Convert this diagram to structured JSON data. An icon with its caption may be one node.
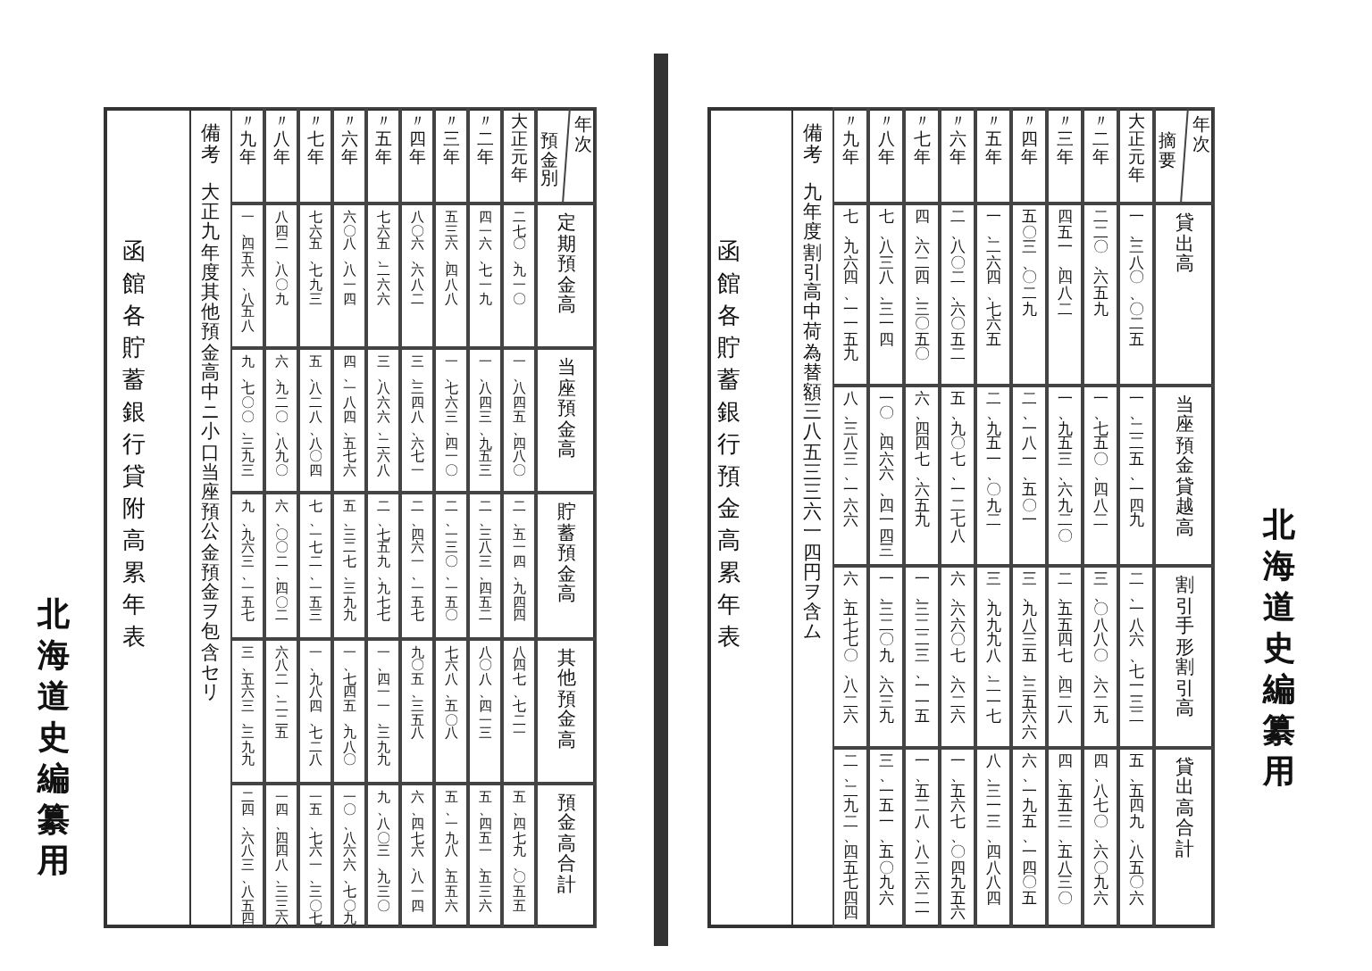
{
  "diagram": {
    "labels": [
      "年次",
      "摘要",
      "貸出高",
      "当座預金貸越高",
      "割引手形割引高",
      "貸出高合計",
      "大正元年",
      "一、三八〇、〇二五",
      "一、二二五、一四九",
      "二、一八六、七一三二",
      "五、五四九、八五〇六",
      "〃二年",
      "二二〇、六五九",
      "一、七五〇、四八二",
      "三、〇八八〇、六二九",
      "四、八七〇、六〇九六",
      "〃三年",
      "四五一、四八二",
      "一、九五三、六九二〇",
      "二、五五四七、四二八",
      "四、五五三、五八三〇",
      "〃四年",
      "五〇三、〇二九",
      "二、一八一、五〇一",
      "三、九八三五、三五六六",
      "六、一九五、一四〇五",
      "〃五年",
      "一、二六四、七六五",
      "二、九五一、〇九二",
      "三、九九九八、二一七",
      "八、三一三、四八八四",
      "〃六年",
      "二、八〇二、六〇五二",
      "五、九〇七、一二七八",
      "六、六六〇七、六二六",
      "一、五六七、〇四九五六",
      "〃七年",
      "四、六二四、三〇五〇",
      "六、四四七、六五九",
      "一、三二二三、一一五",
      "一、五二八、八二六二一",
      "〃八年",
      "七、八三八、三一四",
      "一〇、四六六、四一四三",
      "一、三二〇九、六三九",
      "三、一五一、五〇九六",
      "〃九年",
      "七、九六四、一一五九",
      "八、三八三、一六六",
      "六、五七七〇、八二六",
      "二、二九二、四五七四四",
      "備考",
      "九年度割引高中荷為替額三八五三三六一四円ヲ含ム",
      "函館各貯蓄銀行預金高累年表",
      "北海道史編纂用",
      "年次",
      "預金別",
      "定期預金高",
      "当座預金高",
      "貯蓄預金高",
      "其他預金高",
      "預金高合計",
      "大正元年",
      "二七〇、九一〇",
      "一、八四五、四八〇",
      "二、五一四、九四四",
      "八四七、七二一",
      "五、四七九、〇五五",
      "〃二年",
      "四一六、七一九",
      "一、八四三、九五三",
      "二、三八三、四五二",
      "八〇八、四一三",
      "五、四五一、五三六",
      "〃三年",
      "五三六、四八八",
      "一、七六三、四一〇",
      "二、一三〇、一五〇",
      "七六八、五〇八",
      "五、一九八、五五六",
      "〃四年",
      "八〇六、六八二",
      "三、三四八、六七一",
      "二、四六一、一五七",
      "九〇五、三五八",
      "六、四七六、八一四",
      "〃五年",
      "七六五、二六六",
      "三、八六六、二六八",
      "二、七五九、九七七",
      "一、四一一、三九九",
      "九、八〇三、九三〇",
      "〃六年",
      "六〇八、八一四",
      "四、一八四、五七六",
      "五、三二七、三九九",
      "一、七四五、九八〇",
      "一〇、八六六、七〇九",
      "〃七年",
      "七六五、七九三",
      "五、八二八、八〇四",
      "七、一七二、一五三",
      "一、九八四、七二八",
      "一五、七六一、三〇七",
      "〃八年",
      "八四二、八〇九",
      "六、九二〇、八九〇",
      "六、〇〇二、四〇二",
      "六八二、二二五",
      "一四、四四八、三三六",
      "〃九年",
      "一、四五六、八五八",
      "九、七〇〇、三九三",
      "九、九六三、一五七",
      "三、五六三、三九九",
      "二四、六八三、八五四",
      "備考",
      "大正九年度其他預金高中ニ小口当座預公金預金ヲ包含セリ",
      "函館各貯蓄銀行貸附高累年表",
      "北海道史編纂用"
    ]
  }
}
